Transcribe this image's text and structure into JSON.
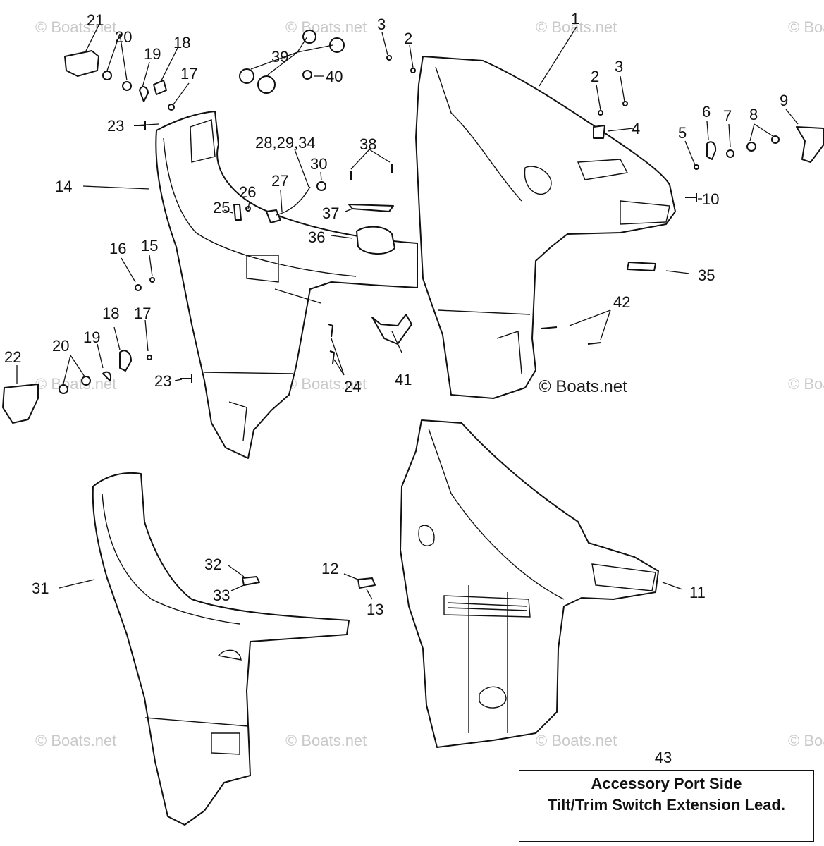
{
  "callouts": [
    "1",
    "2",
    "3",
    "2",
    "3",
    "4",
    "5",
    "6",
    "7",
    "8",
    "9",
    "10",
    "11",
    "12",
    "13",
    "14",
    "15",
    "16",
    "17",
    "18",
    "19",
    "20",
    "21",
    "22",
    "23",
    "24",
    "25",
    "26",
    "27",
    "28,29,34",
    "30",
    "31",
    "32",
    "33",
    "35",
    "36",
    "37",
    "38",
    "39",
    "40",
    "41",
    "42",
    "17",
    "18",
    "19",
    "20",
    "23",
    "43"
  ],
  "watermark": {
    "text": "© Boats.net",
    "prominent_text": "© Boats.net"
  },
  "note_box": {
    "number": "43",
    "line1": "Accessory Port Side",
    "line2": "Tilt/Trim Switch Extension Lead."
  }
}
